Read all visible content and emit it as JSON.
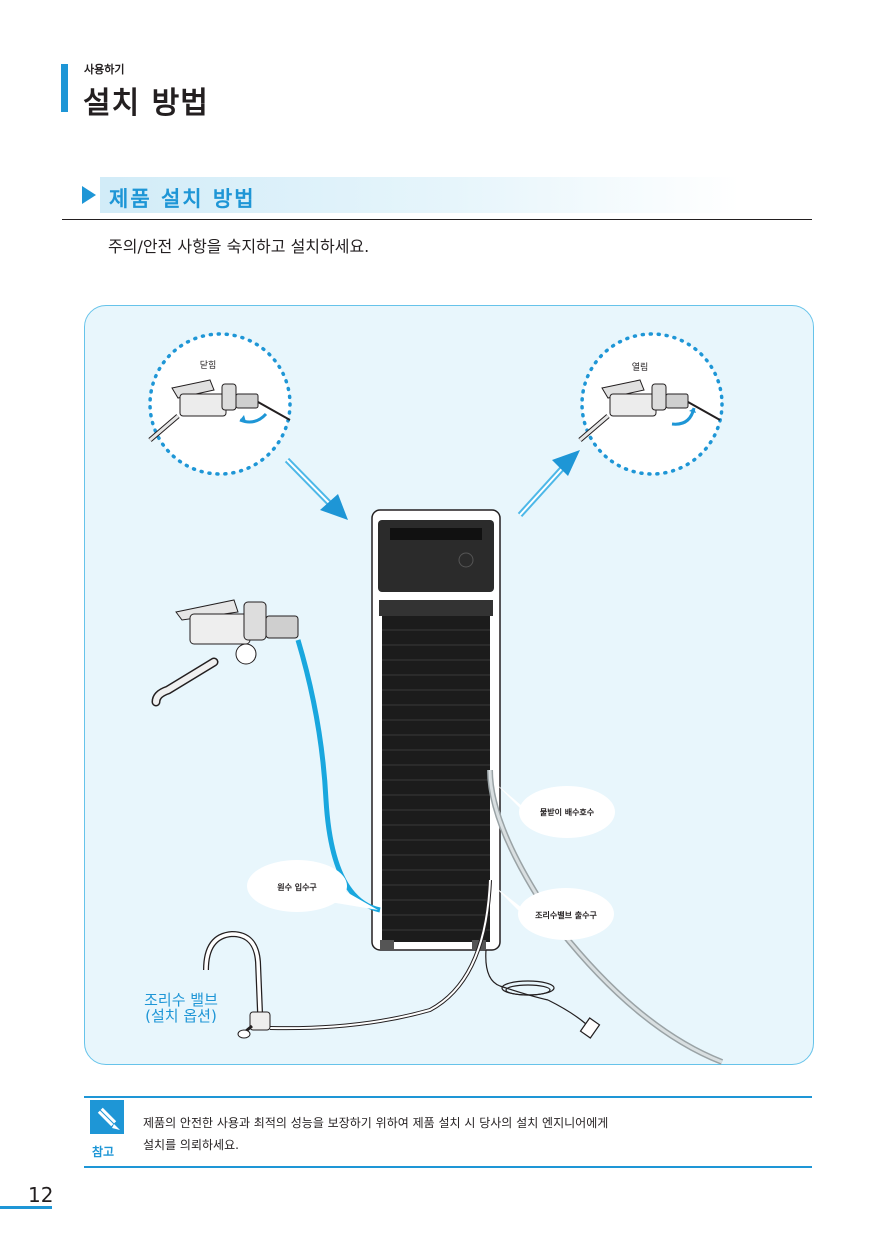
{
  "header": {
    "category": "사용하기",
    "title": "설치 방법"
  },
  "section": {
    "title": "제품 설치 방법",
    "intro": "주의/안전 사항을 숙지하고 설치하세요."
  },
  "diagram": {
    "closed_label": "닫힘",
    "open_label": "열림",
    "drain_hose_label": "물받이 배수호수",
    "raw_water_inlet_label": "원수 입수구",
    "valve_outlet_label": "조리수밸브 출수구",
    "cooking_valve_line1": "조리수 밸브",
    "cooking_valve_line2": "(설치 옵션)"
  },
  "note": {
    "label": "참고",
    "line1": "제품의 안전한 사용과 최적의 성능을 보장하기 위하여 제품 설치 시 당사의 설치 엔지니어에게",
    "line2": "설치를 의뢰하세요."
  },
  "page_number": "12",
  "colors": {
    "accent": "#1e96d6",
    "panel_bg": "#e8f6fc",
    "hose_blue": "#19a7de"
  }
}
